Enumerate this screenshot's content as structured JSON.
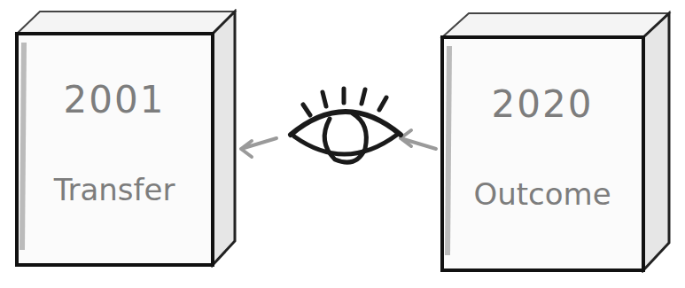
{
  "diagram": {
    "nodes": [
      {
        "text": [
          "2001",
          "Transfer"
        ]
      },
      {
        "text": [
          "2020",
          "Outcome"
        ]
      }
    ],
    "edges": [
      {
        "from": 1,
        "to": 0,
        "arrow": "to"
      }
    ]
  }
}
